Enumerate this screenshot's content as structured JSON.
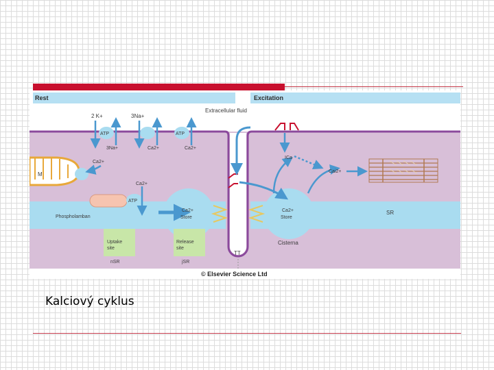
{
  "panels": {
    "rest_label": "Rest",
    "excitation_label": "Excitation"
  },
  "labels": {
    "extracellular_fluid": "Extracellular fluid",
    "k_ion": "2 K+",
    "na_ion": "3Na+",
    "na_ion_in": "3Na+",
    "ca_out_1": "Ca2+",
    "ca_out_2": "Ca2+",
    "ca_mito": "Ca2+",
    "ca_serca": "Ca2+",
    "atp_1": "ATP",
    "atp_2": "ATP",
    "atp_3": "ATP",
    "mito": "M",
    "phospholamban": "Phospholamban",
    "store_left_line1": "Ca2+",
    "store_left_line2": "Store",
    "store_right_line1": "Ca2+",
    "store_right_line2": "Store",
    "uptake_line1": "Uptake",
    "uptake_line2": "site",
    "release_line1": "Release",
    "release_line2": "site",
    "nsr": "nSR",
    "jsr": "jSR",
    "tt": "TT",
    "cisterna": "Cisterna",
    "sr": "SR",
    "ica": "ICa",
    "cai": "Cai2+",
    "copyright": "© Elsevier Science Ltd"
  },
  "caption": "Kalciový cyklus",
  "colors": {
    "accent_red": "#c8102e",
    "cytoplasm": "#d8bfd8",
    "sr_blue": "#a9dcf0",
    "arrow_blue": "#4a98cf",
    "membrane": "#8b4a9c",
    "header_blue": "#b6e0f3"
  }
}
